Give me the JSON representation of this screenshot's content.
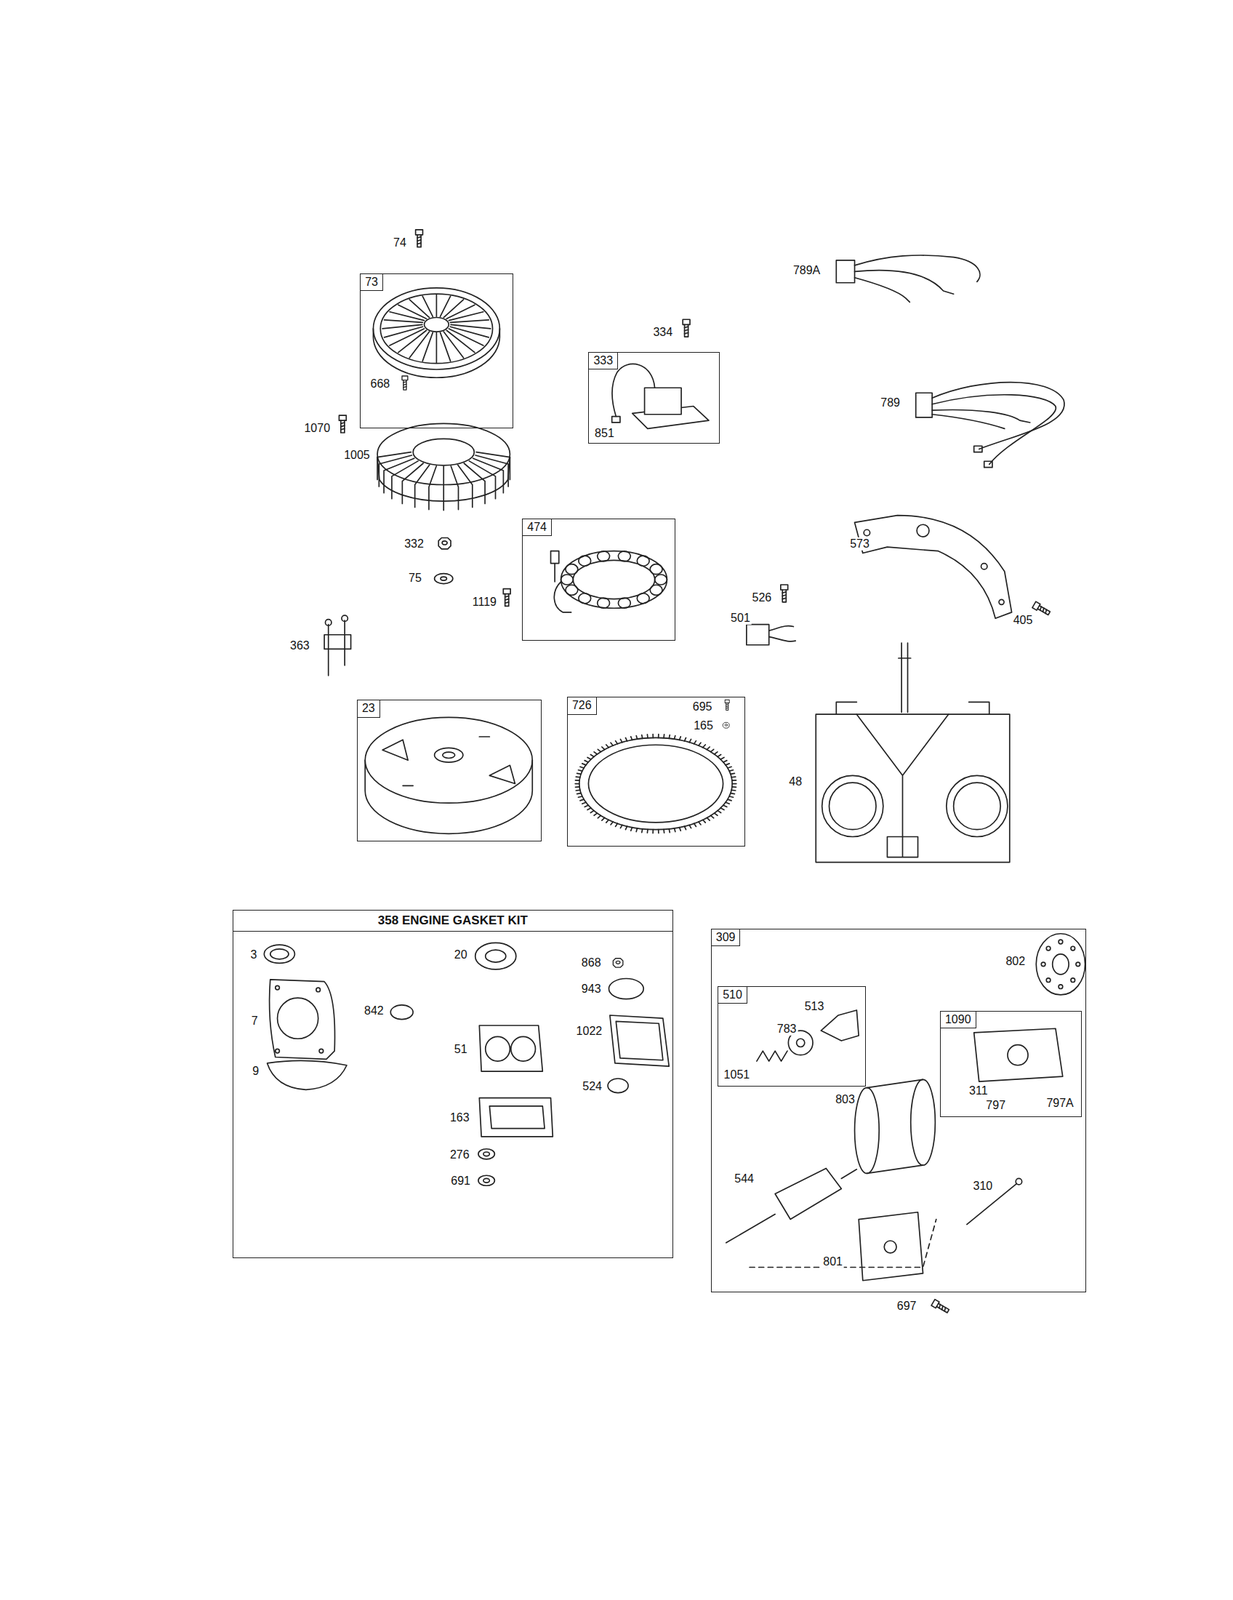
{
  "diagram": {
    "nodes": [
      {
        "text": [
          "73",
          "668"
        ]
      },
      {
        "text": [
          "333",
          "851"
        ]
      },
      {
        "text": [
          "474"
        ]
      },
      {
        "text": [
          "23"
        ]
      },
      {
        "text": [
          "726",
          "695",
          "165"
        ]
      },
      {
        "text": [
          "358 ENGINE GASKET KIT",
          "3",
          "20",
          "868",
          "943",
          "7",
          "842",
          "1022",
          "51",
          "9",
          "524",
          "163",
          "276",
          "691"
        ]
      },
      {
        "text": [
          "309",
          "802",
          "803",
          "544",
          "310",
          "801"
        ]
      },
      {
        "text": [
          "510",
          "513",
          "783",
          "1051"
        ],
        "in": 6
      },
      {
        "text": [
          "1090",
          "311",
          "797",
          "797A"
        ],
        "in": 6
      }
    ],
    "labels": [
      "74",
      "789A",
      "334",
      "1070",
      "1005",
      "789",
      "332",
      "573",
      "75",
      "1119",
      "526",
      "501",
      "405",
      "363",
      "48",
      "697"
    ]
  }
}
